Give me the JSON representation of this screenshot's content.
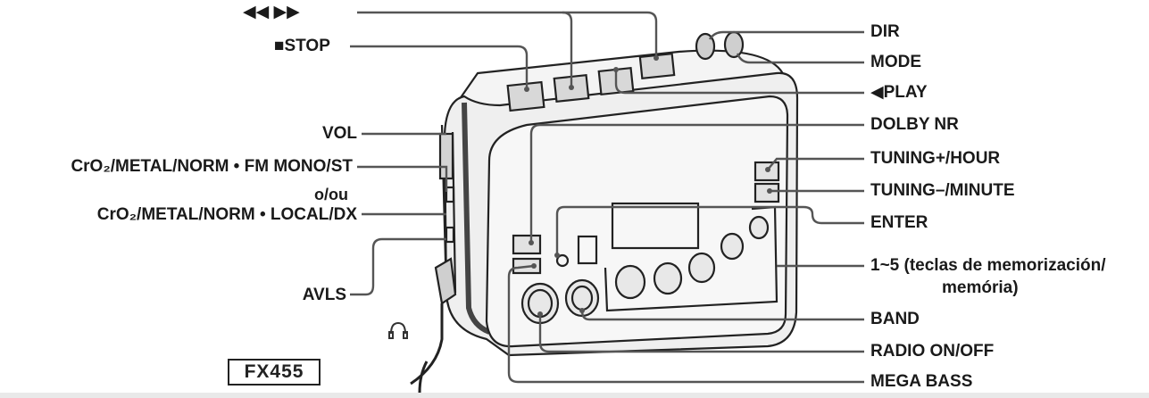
{
  "model": "FX455",
  "labels": {
    "ff_rew": "◀◀  ▶▶",
    "stop": "■STOP",
    "vol": "VOL",
    "cro2_fm": "CrO₂/METAL/NORM • FM MONO/ST",
    "or": "o/ou",
    "cro2_local": "CrO₂/METAL/NORM • LOCAL/DX",
    "avls": "AVLS",
    "headphones_icon": "headphones-icon",
    "dir": "DIR",
    "mode": "MODE",
    "play": "◀PLAY",
    "dolby": "DOLBY NR",
    "tuning_plus": "TUNING+/HOUR",
    "tuning_minus": "TUNING–/MINUTE",
    "enter": "ENTER",
    "preset_line1": "1~5 (teclas de memorización/",
    "preset_line2": "memória)",
    "band": "BAND",
    "radio": "RADIO ON/OFF",
    "mega_bass": "MEGA BASS"
  },
  "colors": {
    "line": "#555555",
    "body": "#eeeeee",
    "shade": "#c8c8c8",
    "stroke": "#333333"
  }
}
